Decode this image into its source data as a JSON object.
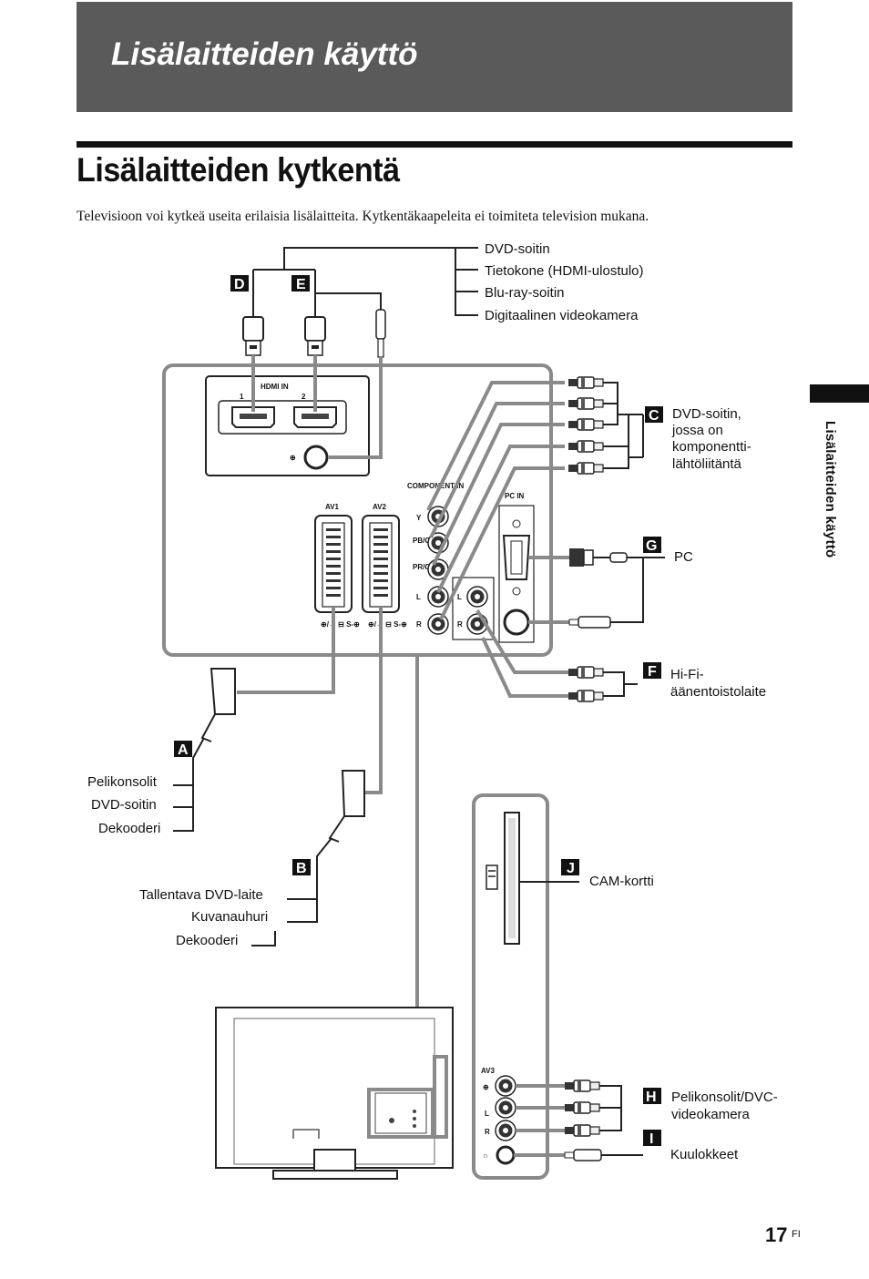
{
  "header": {
    "section_title": "Lisälaitteiden käyttö"
  },
  "page": {
    "heading": "Lisälaitteiden kytkentä",
    "intro": "Televisioon voi kytkeä useita erilaisia lisälaitteita. Kytkentäkaapeleita ei toimiteta television mukana.",
    "side_tab": "Lisälaitteiden käyttö",
    "page_number": "17",
    "page_suffix": "FI"
  },
  "diagram": {
    "top_devices": [
      "DVD-soitin",
      "Tietokone (HDMI-ulostulo)",
      "Blu-ray-soitin",
      "Digitaalinen videokamera"
    ],
    "C": {
      "badge": "C",
      "lines": [
        "DVD-soitin,",
        "jossa on",
        "komponentti-",
        "lähtöliitäntä"
      ]
    },
    "G": {
      "badge": "G",
      "label": "PC"
    },
    "F": {
      "badge": "F",
      "lines": [
        "Hi-Fi-",
        "äänentoistolaite"
      ]
    },
    "A": {
      "badge": "A",
      "devices": [
        "Pelikonsolit",
        "DVD-soitin",
        "Dekooderi"
      ]
    },
    "B": {
      "badge": "B",
      "devices": [
        "Tallentava DVD-laite",
        "Kuvanauhuri",
        "Dekooderi"
      ]
    },
    "J": {
      "badge": "J",
      "label": "CAM-kortti"
    },
    "H": {
      "badge": "H",
      "lines": [
        "Pelikonsolit/DVC-",
        "videokamera"
      ]
    },
    "I": {
      "badge": "I",
      "label": "Kuulokkeet"
    },
    "D": {
      "badge": "D"
    },
    "E": {
      "badge": "E"
    },
    "panel": {
      "hdmi_label": "HDMI IN",
      "hdmi_1": "1",
      "hdmi_2": "2",
      "av1": "AV1",
      "av2": "AV2",
      "component": "COMPONENT IN",
      "pc_in": "PC IN",
      "y": "Y",
      "pb": "PB/CB",
      "pr": "PR/CR",
      "l": "L",
      "r": "R",
      "av3": "AV3"
    }
  }
}
